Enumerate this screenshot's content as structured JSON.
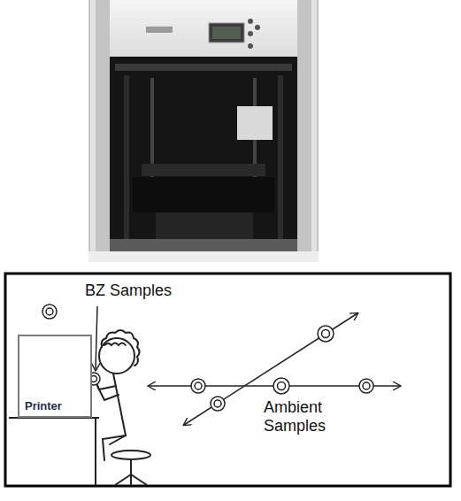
{
  "diagram": {
    "nodes": [
      {
        "text": [
          "Printer"
        ]
      }
    ],
    "labels": [
      "BZ Samples",
      "Ambient Samples"
    ]
  }
}
